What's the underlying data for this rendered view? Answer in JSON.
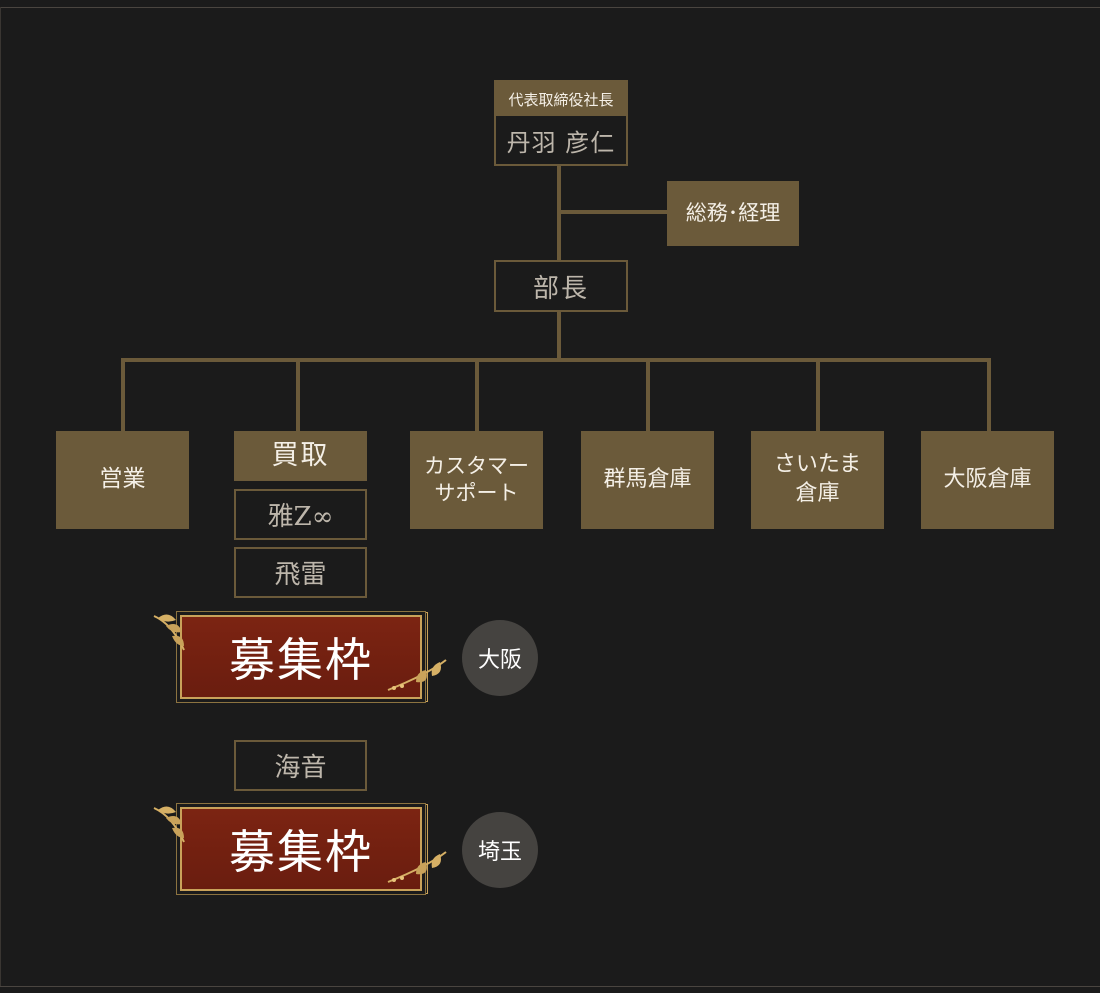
{
  "ceo": {
    "title": "代表取締役社長",
    "name": "丹羽 彦仁"
  },
  "general_affairs": "総務･経理",
  "manager": "部長",
  "departments": [
    {
      "label_line1": "営業",
      "label_line2": ""
    },
    {
      "label_line1": "買取",
      "label_line2": ""
    },
    {
      "label_line1": "カスタマー",
      "label_line2": "サポート"
    },
    {
      "label_line1": "群馬倉庫",
      "label_line2": ""
    },
    {
      "label_line1": "さいたま",
      "label_line2": "倉庫"
    },
    {
      "label_line1": "大阪倉庫",
      "label_line2": ""
    }
  ],
  "buying_members": [
    "雅Z∞",
    "飛雷",
    "海音"
  ],
  "recruit": [
    {
      "label": "募集枠",
      "location": "大阪"
    },
    {
      "label": "募集枠",
      "location": "埼玉"
    }
  ],
  "colors": {
    "background": "#1b1b1b",
    "gold": "#6b5a3a",
    "recruit_red": "#7c2412",
    "accent_gold": "#c9a25a",
    "circle_gray": "#454340"
  }
}
